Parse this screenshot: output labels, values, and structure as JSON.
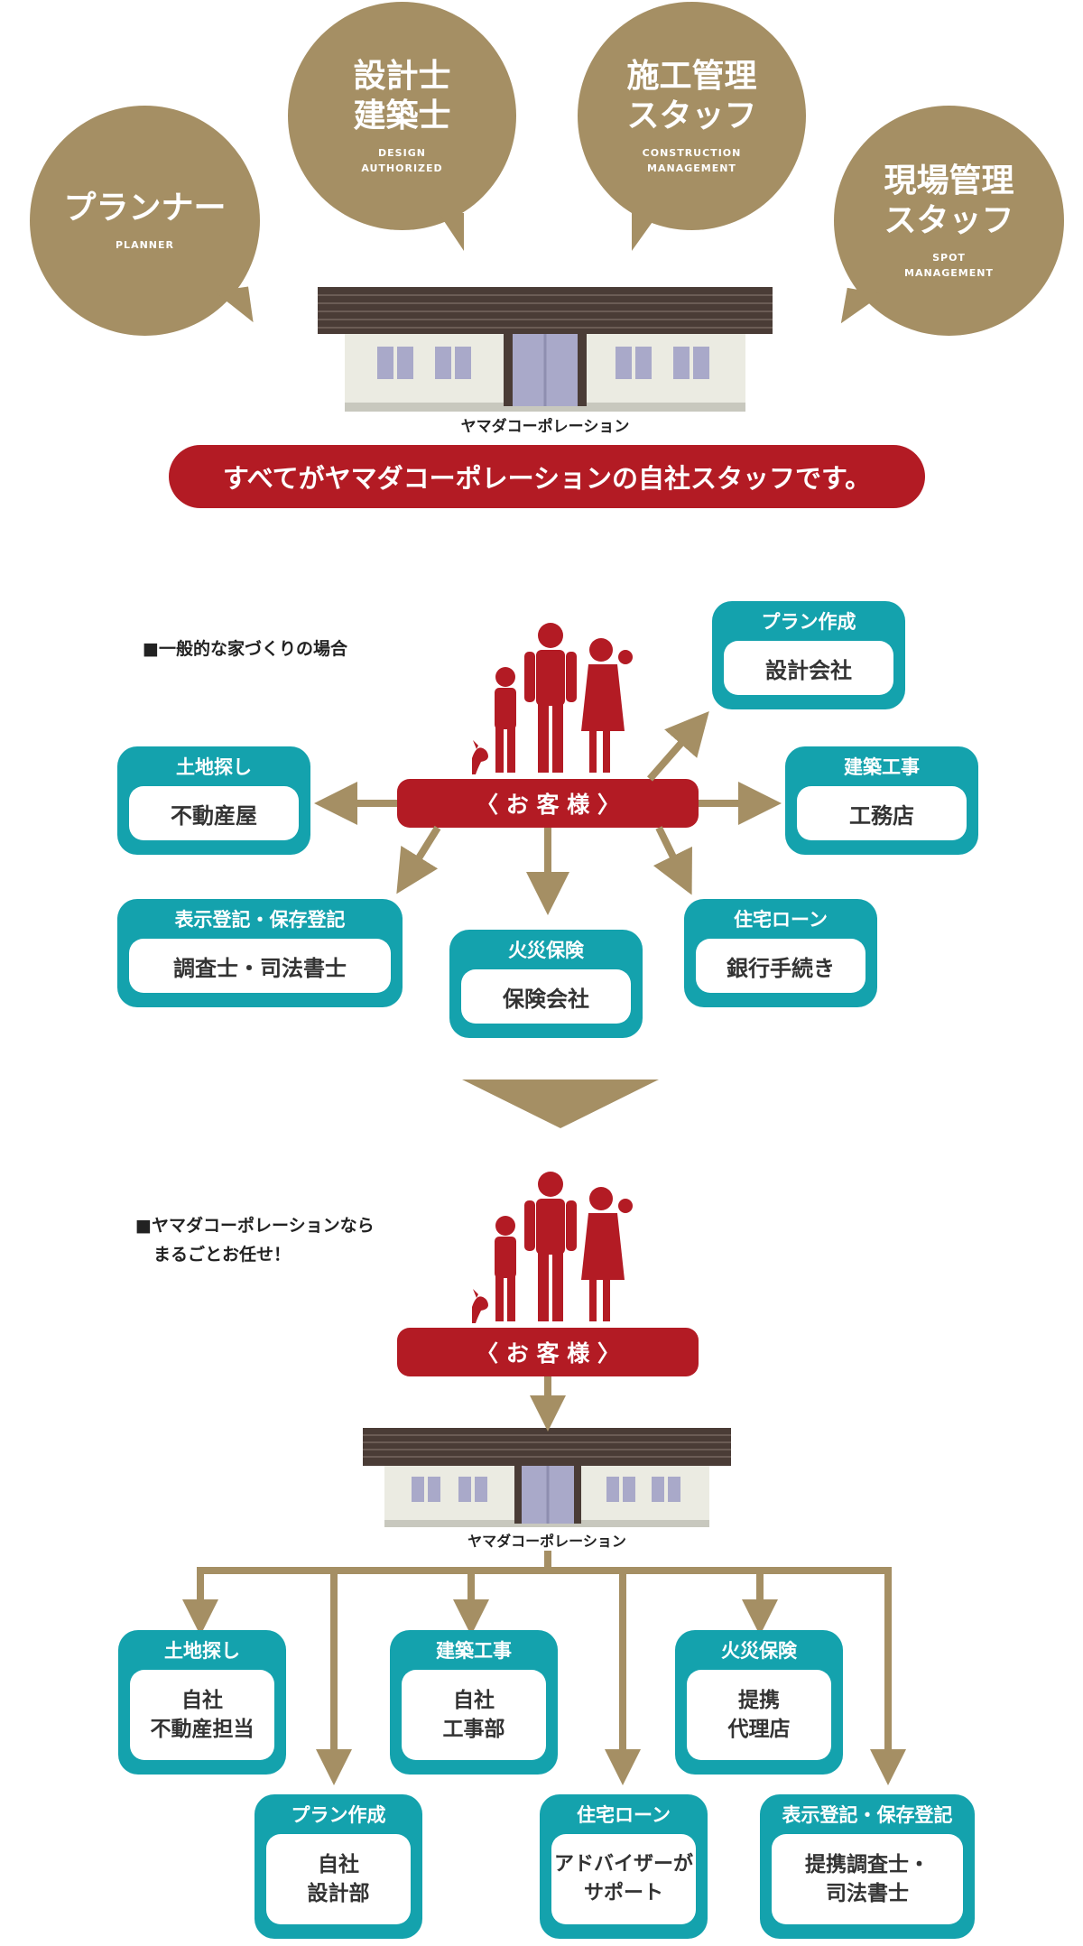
{
  "roles": [
    {
      "jp": "プランナー",
      "en": "PLANNER"
    },
    {
      "jp": "設計士\n建築士",
      "en": "DESIGN\nAUTHORIZED"
    },
    {
      "jp": "施工管理\nスタッフ",
      "en": "CONSTRUCTION\nMANAGEMENT"
    },
    {
      "jp": "現場管理\nスタッフ",
      "en": "SPOT\nMANAGEMENT"
    }
  ],
  "company_label": "ヤマダコーポレーション",
  "banner_text": "すべてがヤマダコーポレーションの自社スタッフです。",
  "general": {
    "heading": "■一般的な家づくりの場合",
    "customer": "〈 お 客 様 〉",
    "boxes": [
      {
        "cat": "プラン作成",
        "name": "設計会社"
      },
      {
        "cat": "土地探し",
        "name": "不動産屋"
      },
      {
        "cat": "建築工事",
        "name": "工務店"
      },
      {
        "cat": "表示登記・保存登記",
        "name": "調査士・司法書士"
      },
      {
        "cat": "火災保険",
        "name": "保険会社"
      },
      {
        "cat": "住宅ローン",
        "name": "銀行手続き"
      }
    ]
  },
  "yamada": {
    "heading_line1": "■ヤマダコーポレーションなら",
    "heading_line2": "まるごとお任せ！",
    "customer": "〈 お 客 様 〉",
    "company_label": "ヤマダコーポレーション",
    "boxes": [
      {
        "cat": "土地探し",
        "name": "自社\n不動産担当"
      },
      {
        "cat": "建築工事",
        "name": "自社\n工事部"
      },
      {
        "cat": "火災保険",
        "name": "提携\n代理店"
      },
      {
        "cat": "プラン作成",
        "name": "自社\n設計部"
      },
      {
        "cat": "住宅ローン",
        "name": "アドバイザーが\nサポート"
      },
      {
        "cat": "表示登記・保存登記",
        "name": "提携調査士・\n司法書士"
      }
    ]
  },
  "colors": {
    "gold": "#a58f64",
    "red": "#b31b24",
    "teal": "#14a2ad",
    "roof": "#4a3c36"
  }
}
